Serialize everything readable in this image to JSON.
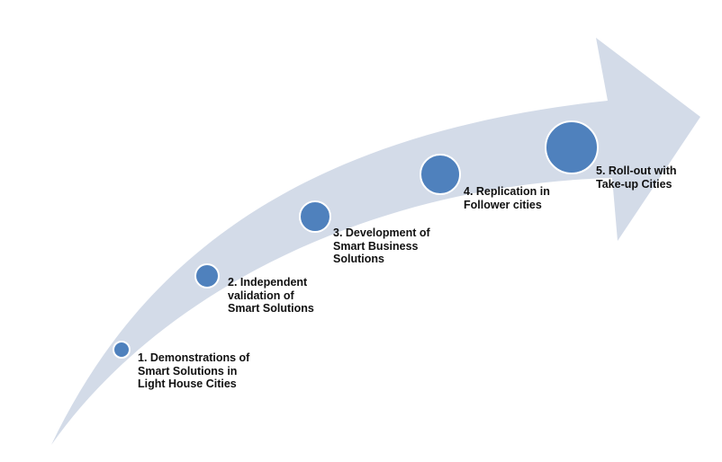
{
  "colors": {
    "arrow_fill": "#d3dbe8",
    "circle_fill": "#4f81bd",
    "circle_stroke": "#ffffff",
    "label_text": "#111111"
  },
  "steps": [
    {
      "label": "1. Demonstrations of\nSmart Solutions in\nLight House Cities"
    },
    {
      "label": "2. Independent\nvalidation of\nSmart Solutions"
    },
    {
      "label": "3. Development of\nSmart Business\nSolutions"
    },
    {
      "label": "4. Replication in\nFollower cities"
    },
    {
      "label": "5. Roll-out with\nTake-up Cities"
    }
  ]
}
